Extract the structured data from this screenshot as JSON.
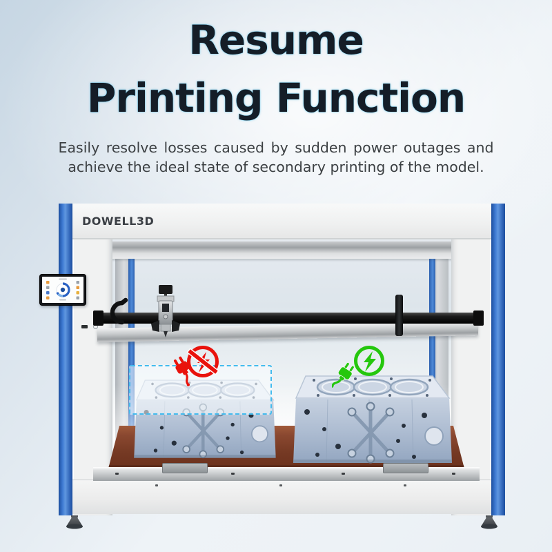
{
  "header": {
    "title_line1": "Resume",
    "title_line2": "Printing Function",
    "subtitle_line1": "Easily resolve losses caused by sudden power outages and",
    "subtitle_line2": "achieve the ideal state of secondary printing of the model."
  },
  "printer": {
    "brand": "DOWELL3D"
  },
  "icons": {
    "power_outage": "no-power-plug-with-lightning-prohibited",
    "power_restored": "power-on-plug-with-lightning",
    "touchscreen_logo": "blue-swirl-logo"
  },
  "colors": {
    "accent_blue": "#3d79d2",
    "title_dark": "#151d27",
    "title_glow_cyan": "#35b6e6",
    "danger_red": "#e9120c",
    "success_green": "#25c70d",
    "bed_copper": "#7e3d26",
    "ghost_outline_cyan": "#43bbee"
  }
}
